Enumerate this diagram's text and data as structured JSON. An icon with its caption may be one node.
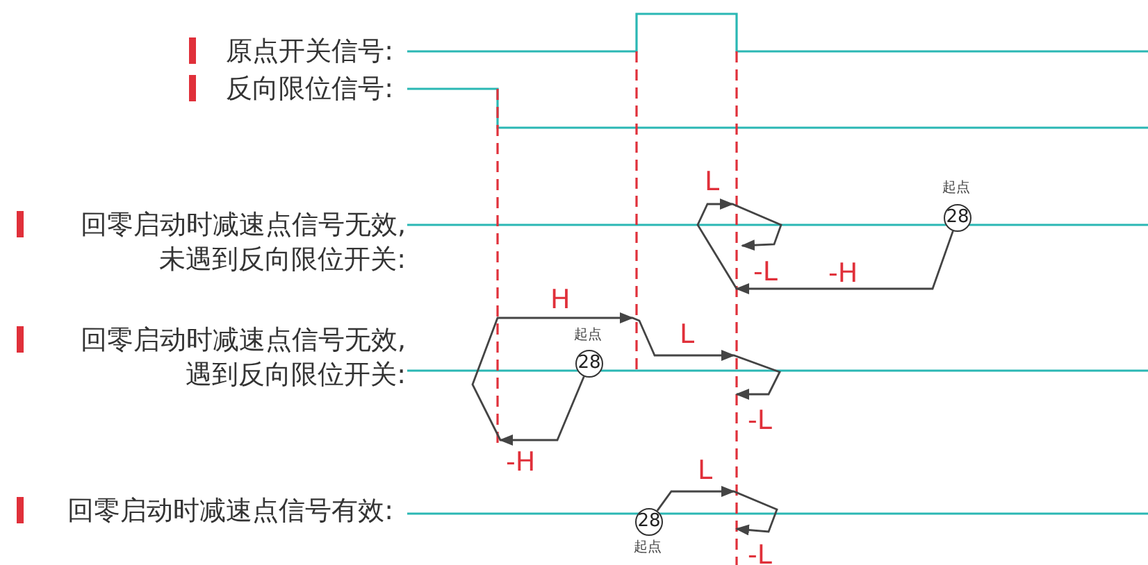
{
  "diagram": {
    "nodes": [
      {
        "text": [
          "28"
        ],
        "beside": [
          "起点"
        ]
      },
      {
        "text": [
          "-L"
        ]
      },
      {
        "text": [
          "28"
        ],
        "beside": [
          "起点"
        ]
      },
      {
        "text": [
          "-L"
        ]
      },
      {
        "text": [
          "28"
        ],
        "beside": [
          "起点"
        ]
      },
      {
        "text": [
          "-L"
        ]
      }
    ],
    "edges": [
      {
        "from": 0,
        "to": 1,
        "arrow": "to"
      },
      {
        "from": 2,
        "to": 3,
        "arrow": "to"
      },
      {
        "from": 4,
        "to": 5,
        "arrow": "to"
      }
    ],
    "labels": [
      "原点开关信号:",
      "反向限位信号:",
      "L",
      "回零启动时减速点信号无效,未遇到反向限位开关:",
      "-H",
      "H",
      "L",
      "回零启动时减速点信号无效,遇到反向限位开关:",
      "-H",
      "L",
      "回零启动时减速点信号有效:"
    ]
  }
}
